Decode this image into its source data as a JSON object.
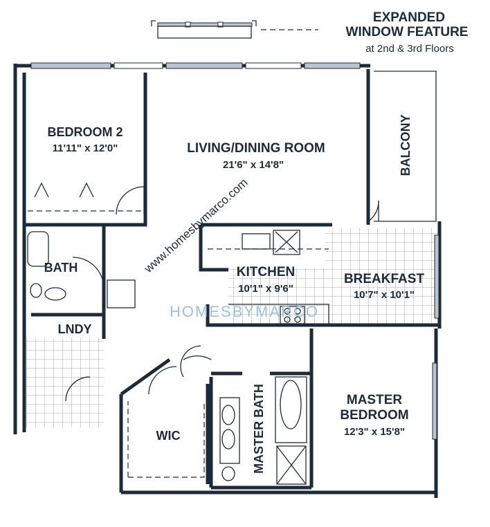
{
  "legend": {
    "title_line1": "EXPANDED",
    "title_line2": "WINDOW FEATURE",
    "subtitle": "at 2nd & 3rd Floors"
  },
  "rooms": {
    "bedroom2": {
      "name": "BEDROOM 2",
      "dims": "11'11\" x 12'0\""
    },
    "living": {
      "name": "LIVING/DINING ROOM",
      "dims": "21'6\" x 14'8\""
    },
    "balcony": {
      "name": "BALCONY"
    },
    "bath": {
      "name": "BATH"
    },
    "kitchen": {
      "name": "KITCHEN",
      "dims": "10'1\" x 9'6\""
    },
    "breakfast": {
      "name": "BREAKFAST",
      "dims": "10'7\" x 10'1\""
    },
    "laundry": {
      "name": "LNDY"
    },
    "wic": {
      "name": "WIC"
    },
    "master_bath": {
      "name": "MASTER BATH"
    },
    "master_bedroom": {
      "name_line1": "MASTER",
      "name_line2": "BEDROOM",
      "dims": "12'3\" x 15'8\""
    }
  },
  "watermark": {
    "url": "www.homesbymarco.com",
    "logo": "HOMESBYMARCO"
  },
  "colors": {
    "ink": "#1d2a3a",
    "watermark": "#9fc0dc"
  }
}
